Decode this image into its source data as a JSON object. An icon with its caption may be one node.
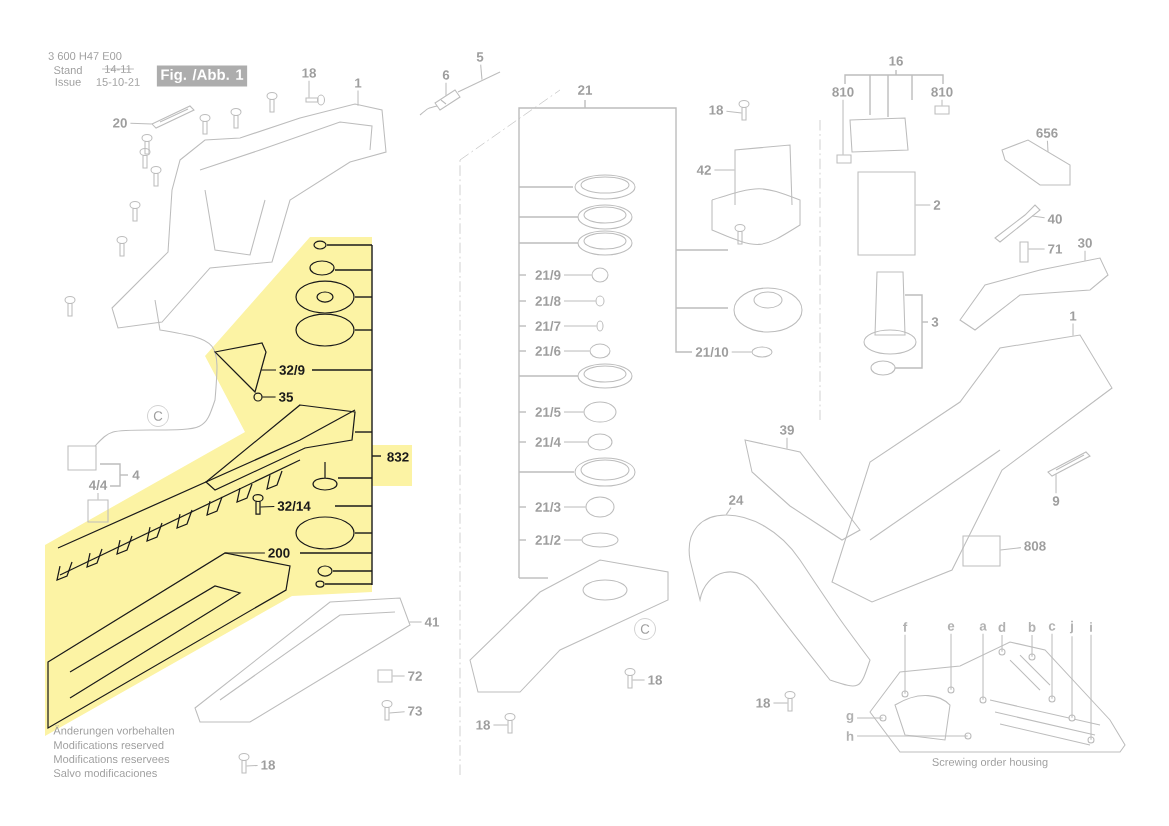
{
  "diagram": {
    "nodes": [
      {
        "text": [
          "18"
        ]
      },
      {
        "text": [
          "1"
        ]
      },
      {
        "text": [
          "6"
        ]
      },
      {
        "text": [
          "5"
        ]
      },
      {
        "text": [
          "20"
        ]
      },
      {
        "text": [
          "32/9"
        ]
      },
      {
        "text": [
          "35"
        ]
      },
      {
        "text": [
          "32/14"
        ]
      },
      {
        "text": [
          "200"
        ]
      },
      {
        "text": [
          "4/4"
        ]
      },
      {
        "text": [
          "41"
        ]
      },
      {
        "text": [
          "72"
        ]
      },
      {
        "text": [
          "73"
        ]
      },
      {
        "text": [
          "18"
        ]
      },
      {
        "text": [
          "18"
        ]
      },
      {
        "text": [
          "42"
        ]
      },
      {
        "text": [
          "21/9"
        ]
      },
      {
        "text": [
          "21/8"
        ]
      },
      {
        "text": [
          "21/7"
        ]
      },
      {
        "text": [
          "21/6"
        ]
      },
      {
        "text": [
          "21/5"
        ]
      },
      {
        "text": [
          "21/4"
        ]
      },
      {
        "text": [
          "21/3"
        ]
      },
      {
        "text": [
          "21/2"
        ]
      },
      {
        "text": [
          "21/10"
        ]
      },
      {
        "text": [
          "18"
        ]
      },
      {
        "text": [
          "18"
        ]
      },
      {
        "text": [
          "24"
        ]
      },
      {
        "text": [
          "39"
        ]
      },
      {
        "text": [
          "18"
        ]
      },
      {
        "text": [
          "656"
        ]
      },
      {
        "text": [
          "2"
        ]
      },
      {
        "text": [
          "40"
        ]
      },
      {
        "text": [
          "71"
        ]
      },
      {
        "text": [
          "30"
        ]
      },
      {
        "text": [
          "1"
        ]
      },
      {
        "text": [
          "9"
        ]
      },
      {
        "text": [
          "808"
        ]
      },
      {
        "text": [
          "f"
        ]
      },
      {
        "text": [
          "e"
        ]
      },
      {
        "text": [
          "a"
        ]
      },
      {
        "text": [
          "d"
        ]
      },
      {
        "text": [
          "b"
        ]
      },
      {
        "text": [
          "c"
        ]
      },
      {
        "text": [
          "j"
        ]
      },
      {
        "text": [
          "i"
        ]
      },
      {
        "text": [
          "g"
        ]
      },
      {
        "text": [
          "h"
        ]
      },
      {
        "text": [
          "810"
        ]
      },
      {
        "text": [
          "810"
        ]
      },
      {
        "text": [],
        "shape": "picture"
      },
      {
        "text": [],
        "shape": "picture"
      },
      {
        "text": [],
        "shape": "picture"
      },
      {
        "text": [],
        "shape": "picture"
      },
      {
        "text": [],
        "shape": "picture"
      },
      {
        "text": [],
        "shape": "picture"
      },
      {
        "text": [],
        "shape": "circle"
      },
      {
        "text": [],
        "shape": "picture"
      },
      {
        "text": [],
        "shape": "picture"
      },
      {
        "text": [],
        "shape": "box"
      },
      {
        "text": [],
        "shape": "picture"
      },
      {
        "text": [],
        "shape": "box"
      },
      {
        "text": [],
        "shape": "picture"
      },
      {
        "text": [],
        "shape": "picture"
      },
      {
        "text": [],
        "shape": "picture"
      },
      {
        "text": [],
        "shape": "picture"
      },
      {
        "text": [],
        "shape": "circle"
      },
      {
        "text": [],
        "shape": "circle"
      },
      {
        "text": [],
        "shape": "circle"
      },
      {
        "text": [],
        "shape": "circle"
      },
      {
        "text": [],
        "shape": "circle"
      },
      {
        "text": [],
        "shape": "circle"
      },
      {
        "text": [],
        "shape": "circle"
      },
      {
        "text": [],
        "shape": "circle"
      },
      {
        "text": [],
        "shape": "circle"
      },
      {
        "text": [],
        "shape": "picture"
      },
      {
        "text": [],
        "shape": "picture"
      },
      {
        "text": [],
        "shape": "picture"
      },
      {
        "text": [],
        "shape": "picture"
      },
      {
        "text": [],
        "shape": "picture"
      },
      {
        "text": [],
        "shape": "picture"
      },
      {
        "text": [],
        "shape": "box"
      },
      {
        "text": [],
        "shape": "picture"
      },
      {
        "text": [],
        "shape": "box"
      },
      {
        "text": [],
        "shape": "picture"
      },
      {
        "text": [],
        "shape": "picture"
      },
      {
        "text": [],
        "shape": "picture"
      },
      {
        "text": [],
        "shape": "box"
      },
      {
        "text": [],
        "shape": "circle",
        "in": 100
      },
      {
        "text": [],
        "shape": "circle",
        "in": 100
      },
      {
        "text": [],
        "shape": "circle",
        "in": 100
      },
      {
        "text": [],
        "shape": "circle",
        "in": 100
      },
      {
        "text": [],
        "shape": "circle",
        "in": 100
      },
      {
        "text": [],
        "shape": "circle",
        "in": 100
      },
      {
        "text": [],
        "shape": "circle",
        "in": 100
      },
      {
        "text": [],
        "shape": "circle",
        "in": 100
      },
      {
        "text": [],
        "shape": "circle",
        "in": 100
      },
      {
        "text": [],
        "shape": "circle",
        "in": 100
      },
      {
        "text": [],
        "shape": "box"
      },
      {
        "text": [],
        "shape": "box"
      },
      {
        "text": [],
        "shape": "picture"
      }
    ],
    "edges": [
      {
        "from": 0,
        "to": 50,
        "arrow": "none"
      },
      {
        "from": 1,
        "to": 51,
        "arrow": "none"
      },
      {
        "from": 2,
        "to": 52,
        "arrow": "none"
      },
      {
        "from": 3,
        "to": 53,
        "arrow": "none"
      },
      {
        "from": 4,
        "to": 54,
        "arrow": "none"
      },
      {
        "from": 5,
        "to": 55,
        "arrow": "none",
        "color": "#1a1a1a"
      },
      {
        "from": 6,
        "to": 56,
        "arrow": "none",
        "color": "#1a1a1a"
      },
      {
        "from": 7,
        "to": 57,
        "arrow": "none",
        "color": "#1a1a1a"
      },
      {
        "from": 8,
        "to": 58,
        "arrow": "none",
        "color": "#1a1a1a"
      },
      {
        "from": 9,
        "to": 59,
        "arrow": "none"
      },
      {
        "from": 10,
        "to": 60,
        "arrow": "none"
      },
      {
        "from": 11,
        "to": 61,
        "arrow": "none"
      },
      {
        "from": 12,
        "to": 62,
        "arrow": "none"
      },
      {
        "from": 13,
        "to": 63,
        "arrow": "none"
      },
      {
        "from": 14,
        "to": 64,
        "arrow": "none"
      },
      {
        "from": 15,
        "to": 65,
        "arrow": "none"
      },
      {
        "from": 16,
        "to": 66,
        "arrow": "none"
      },
      {
        "from": 17,
        "to": 67,
        "arrow": "none"
      },
      {
        "from": 18,
        "to": 68,
        "arrow": "none"
      },
      {
        "from": 19,
        "to": 69,
        "arrow": "none"
      },
      {
        "from": 20,
        "to": 70,
        "arrow": "none"
      },
      {
        "from": 21,
        "to": 71,
        "arrow": "none"
      },
      {
        "from": 22,
        "to": 72,
        "arrow": "none"
      },
      {
        "from": 23,
        "to": 73,
        "arrow": "none"
      },
      {
        "from": 24,
        "to": 74,
        "arrow": "none"
      },
      {
        "from": 25,
        "to": 75,
        "arrow": "none"
      },
      {
        "from": 26,
        "to": 76,
        "arrow": "none"
      },
      {
        "from": 27,
        "to": 77,
        "arrow": "none"
      },
      {
        "from": 28,
        "to": 78,
        "arrow": "none"
      },
      {
        "from": 29,
        "to": 79,
        "arrow": "none"
      },
      {
        "from": 30,
        "to": 80,
        "arrow": "none"
      },
      {
        "from": 31,
        "to": 81,
        "arrow": "none"
      },
      {
        "from": 32,
        "to": 82,
        "arrow": "none"
      },
      {
        "from": 33,
        "to": 83,
        "arrow": "none"
      },
      {
        "from": 34,
        "to": 84,
        "arrow": "none"
      },
      {
        "from": 35,
        "to": 85,
        "arrow": "none"
      },
      {
        "from": 36,
        "to": 86,
        "arrow": "none"
      },
      {
        "from": 37,
        "to": 87,
        "arrow": "none"
      },
      {
        "from": 38,
        "to": 88,
        "arrow": "none"
      },
      {
        "from": 39,
        "to": 89,
        "arrow": "none"
      },
      {
        "from": 40,
        "to": 90,
        "arrow": "none"
      },
      {
        "from": 41,
        "to": 91,
        "arrow": "none"
      },
      {
        "from": 42,
        "to": 92,
        "arrow": "none"
      },
      {
        "from": 43,
        "to": 93,
        "arrow": "none"
      },
      {
        "from": 44,
        "to": 94,
        "arrow": "none"
      },
      {
        "from": 45,
        "to": 95,
        "arrow": "none"
      },
      {
        "from": 46,
        "to": 96,
        "arrow": "none"
      },
      {
        "from": 47,
        "to": 97,
        "arrow": "none"
      },
      {
        "from": 48,
        "to": 98,
        "arrow": "none"
      },
      {
        "from": 49,
        "to": 99,
        "arrow": "none"
      }
    ],
    "labels": [
      "3 600 H47 E00",
      "Stand",
      "14-11",
      "Issue",
      "15-10-21",
      "Fig. /Abb. 1",
      "21",
      "16",
      "C",
      "832",
      "4",
      "3",
      "C",
      "Änderungen vorbehalten",
      "Modifications reserved",
      "Modifications reservees",
      "Salvo modificaciones",
      "Screwing order housing"
    ]
  }
}
